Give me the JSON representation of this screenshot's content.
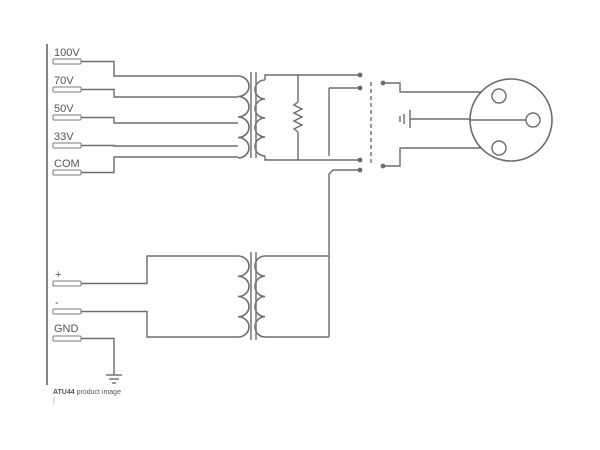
{
  "terminals": {
    "v100": "100V",
    "v70": "70V",
    "v50": "50V",
    "v33": "33V",
    "com": "COM",
    "plus": "+",
    "minus": "-",
    "gnd": "GND"
  },
  "caption": {
    "product": "ATU44",
    "text": "product image",
    "sub": "|"
  }
}
